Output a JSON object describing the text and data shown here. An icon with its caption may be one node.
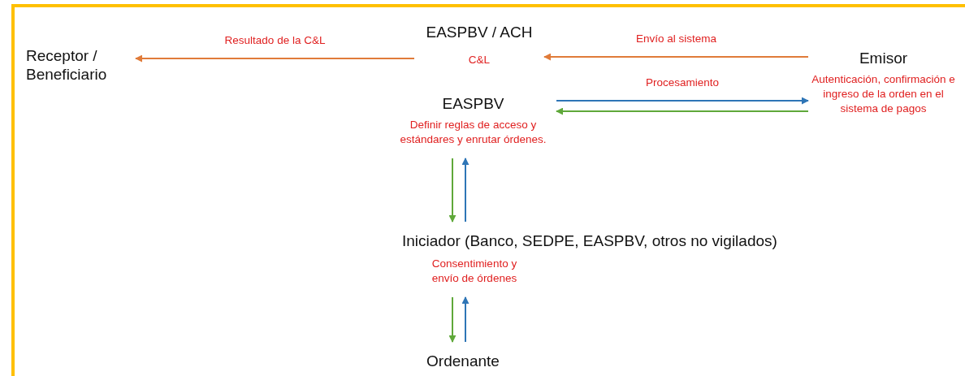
{
  "diagram": {
    "nodes": [
      {
        "text": [
          "Receptor / Beneficiario"
        ]
      },
      {
        "text": [
          "EASPBV / ACH",
          "C&L"
        ]
      },
      {
        "text": [
          "EASPBV",
          "Definir reglas de acceso y estándares y enrutar órdenes."
        ]
      },
      {
        "text": [
          "Emisor",
          "Autenticación,  confirmación e ingreso de la orden en el sistema de pagos"
        ]
      },
      {
        "text": [
          "Iniciador (Banco, SEDPE, EASPBV, otros no vigilados)",
          "Consentimiento y envío de órdenes"
        ]
      },
      {
        "text": [
          "Ordenante"
        ]
      }
    ],
    "edges": [
      {
        "from": 1,
        "to": 0,
        "arrow": "to",
        "label": "Resultado de la C&L",
        "color": "#e07b39"
      },
      {
        "from": 3,
        "to": 1,
        "arrow": "to",
        "label": "Envío al sistema",
        "color": "#e07b39"
      },
      {
        "from": 2,
        "to": 3,
        "arrow": "to",
        "label": "Procesamiento",
        "color": "#2e75b6"
      },
      {
        "from": 3,
        "to": 2,
        "arrow": "to",
        "color": "#5fa83a"
      },
      {
        "from": 2,
        "to": 4,
        "arrow": "to",
        "color": "#5fa83a"
      },
      {
        "from": 4,
        "to": 2,
        "arrow": "to",
        "color": "#2e75b6"
      },
      {
        "from": 4,
        "to": 5,
        "arrow": "to",
        "color": "#5fa83a"
      },
      {
        "from": 5,
        "to": 4,
        "arrow": "to",
        "color": "#2e75b6"
      }
    ]
  }
}
